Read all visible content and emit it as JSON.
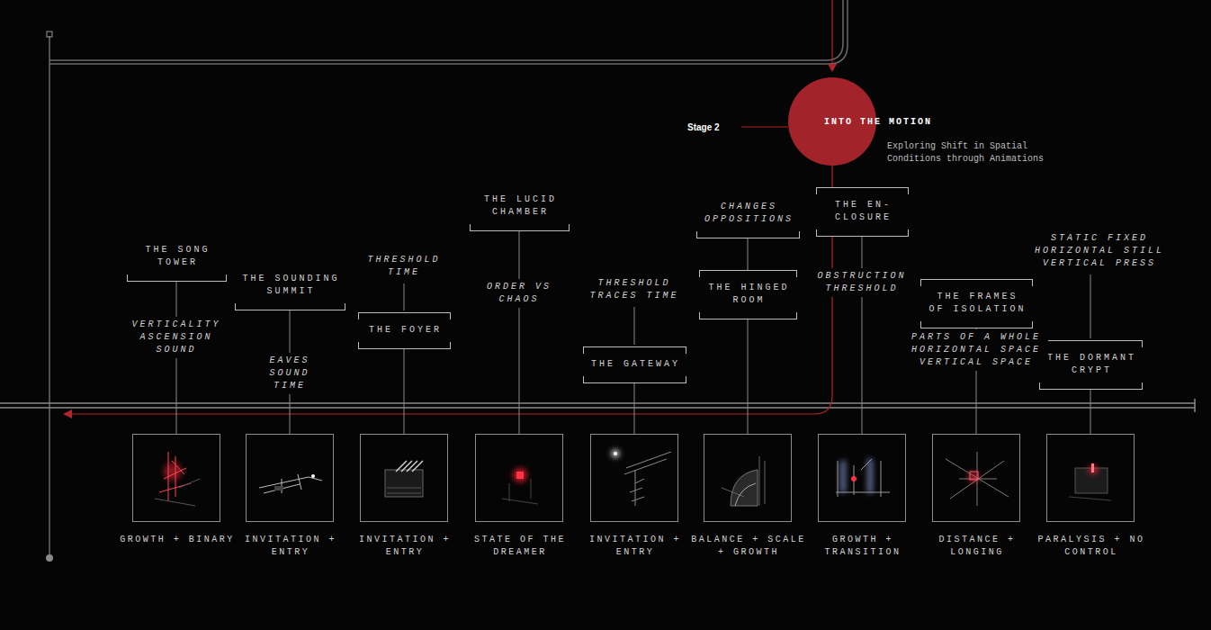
{
  "diagram": {
    "nodes": [
      {
        "text": [
          "INTO THE MOTION",
          "Exploring Shift in Spatial Conditions through Animations"
        ]
      },
      {
        "text": [
          "THE SONG TOWER"
        ]
      },
      {
        "text": [
          "GROWTH + BINARY"
        ]
      },
      {
        "text": [
          "THE SOUNDING SUMMIT"
        ]
      },
      {
        "text": [
          "INVITATION + ENTRY"
        ]
      },
      {
        "text": [
          "THE FOYER"
        ]
      },
      {
        "text": [
          "INVITATION + ENTRY"
        ]
      },
      {
        "text": [
          "THE LUCID CHAMBER"
        ]
      },
      {
        "text": [
          "STATE OF THE DREAMER"
        ]
      },
      {
        "text": [
          "THE GATEWAY"
        ]
      },
      {
        "text": [
          "INVITATION + ENTRY"
        ]
      },
      {
        "text": [
          "CHANGES OPPOSITIONS"
        ]
      },
      {
        "text": [
          "THE HINGED ROOM"
        ]
      },
      {
        "text": [
          "BALANCE + SCALE + GROWTH"
        ]
      },
      {
        "text": [
          "THE EN- CLOSURE"
        ]
      },
      {
        "text": [
          "GROWTH + TRANSITION"
        ]
      },
      {
        "text": [
          "THE FRAMES OF ISOLATION"
        ]
      },
      {
        "text": [
          "DISTANCE + LONGING"
        ]
      },
      {
        "text": [
          "THE DORMANT CRYPT"
        ]
      },
      {
        "text": [
          "PARALYSIS + NO CONTROL"
        ]
      }
    ],
    "edges": [
      {
        "from": 1,
        "to": 2,
        "arrow": "none",
        "label": "VERTICALITY ASCENSION SOUND"
      },
      {
        "from": 3,
        "to": 4,
        "arrow": "none",
        "label": "EAVES SOUND TIME"
      },
      {
        "from": 5,
        "to": 6,
        "arrow": "none"
      },
      {
        "from": 7,
        "to": 8,
        "arrow": "none",
        "label": "ORDER VS CHAOS"
      },
      {
        "from": 9,
        "to": 10,
        "arrow": "none"
      },
      {
        "from": 11,
        "to": 12,
        "arrow": "none"
      },
      {
        "from": 12,
        "to": 13,
        "arrow": "none"
      },
      {
        "from": 14,
        "to": 15,
        "arrow": "none",
        "label": "OBSTRUCTION THRESHOLD"
      },
      {
        "from": 16,
        "to": 17,
        "arrow": "none",
        "label": "PARTS OF A WHOLE HORIZONTAL SPACE VERTICAL SPACE"
      },
      {
        "from": 18,
        "to": 19,
        "arrow": "none"
      }
    ],
    "labels": [
      "Stage 2",
      "THRESHOLD TIME",
      "THRESHOLD TRACES TIME",
      "STATIC FIXED HORIZONTAL STILL VERTICAL PRESS"
    ]
  }
}
